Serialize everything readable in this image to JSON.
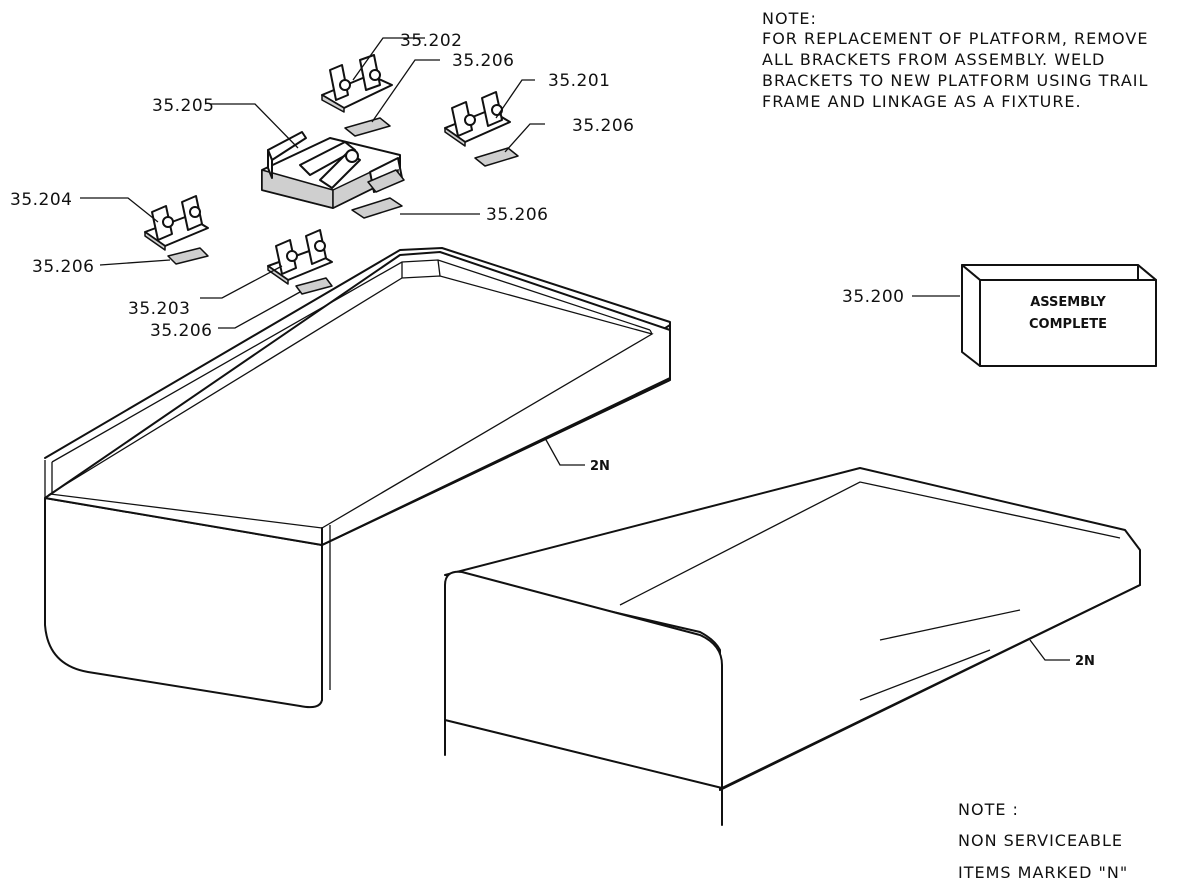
{
  "notes": {
    "top": {
      "lines": [
        "NOTE:",
        "FOR REPLACEMENT OF PLATFORM, REMOVE",
        "ALL BRACKETS FROM ASSEMBLY.  WELD",
        "BRACKETS TO NEW PLATFORM USING TRAIL",
        "FRAME AND LINKAGE AS A FIXTURE."
      ]
    },
    "bottom": {
      "lines": [
        "NOTE :",
        "NON SERVICEABLE",
        "ITEMS MARKED \"N\""
      ]
    }
  },
  "assembly_box": {
    "lines": [
      "ASSEMBLY",
      "COMPLETE"
    ]
  },
  "callouts": {
    "c35202": "35.202",
    "c35206a": "35.206",
    "c35201": "35.201",
    "c35205": "35.205",
    "c35206b": "35.206",
    "c35204": "35.204",
    "c35206c": "35.206",
    "c35206d": "35.206",
    "c35203": "35.203",
    "c35206e": "35.206",
    "c35200": "35.200",
    "c2n_top": "2N",
    "c2n_bottom": "2N"
  }
}
